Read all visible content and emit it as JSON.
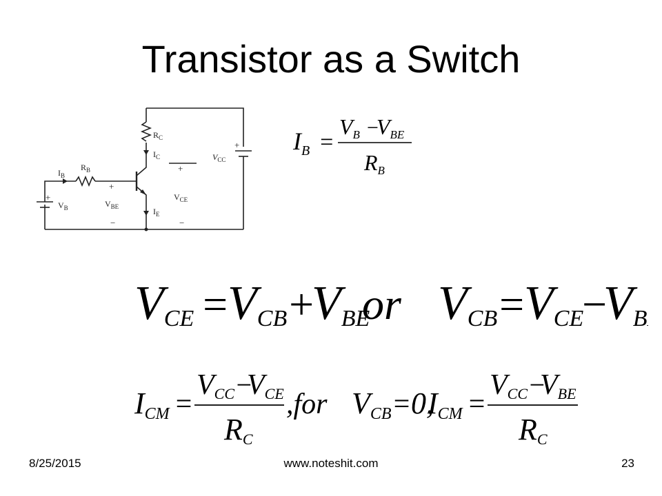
{
  "slide": {
    "title": "Transistor as a Switch",
    "footer_date": "8/25/2015",
    "footer_site": "www.noteshit.com",
    "page_number": "23"
  },
  "circuit": {
    "rc": "R",
    "rc_sub": "C",
    "ic": "I",
    "ic_sub": "C",
    "vcc": "V",
    "vcc_sub": "CC",
    "ib": "I",
    "ib_sub": "B",
    "rb": "R",
    "rb_sub": "B",
    "vb": "V",
    "vb_sub": "B",
    "vbe": "V",
    "vbe_sub": "BE",
    "vce": "V",
    "vce_sub": "CE",
    "ie": "I",
    "ie_sub": "E",
    "plus": "+",
    "minus": "−"
  },
  "equations": {
    "ib_lhs": "I",
    "ib_lhs_sub": "B",
    "eq": "=",
    "minus": "−",
    "plus": "+",
    "v": "V",
    "r": "R",
    "i": "I",
    "sub_b": "B",
    "sub_be": "BE",
    "sub_ce": "CE",
    "sub_cb": "CB",
    "sub_cc": "CC",
    "sub_cm": "CM",
    "sub_c": "C",
    "or": "or",
    "for": ",for",
    "zero": "0,"
  }
}
